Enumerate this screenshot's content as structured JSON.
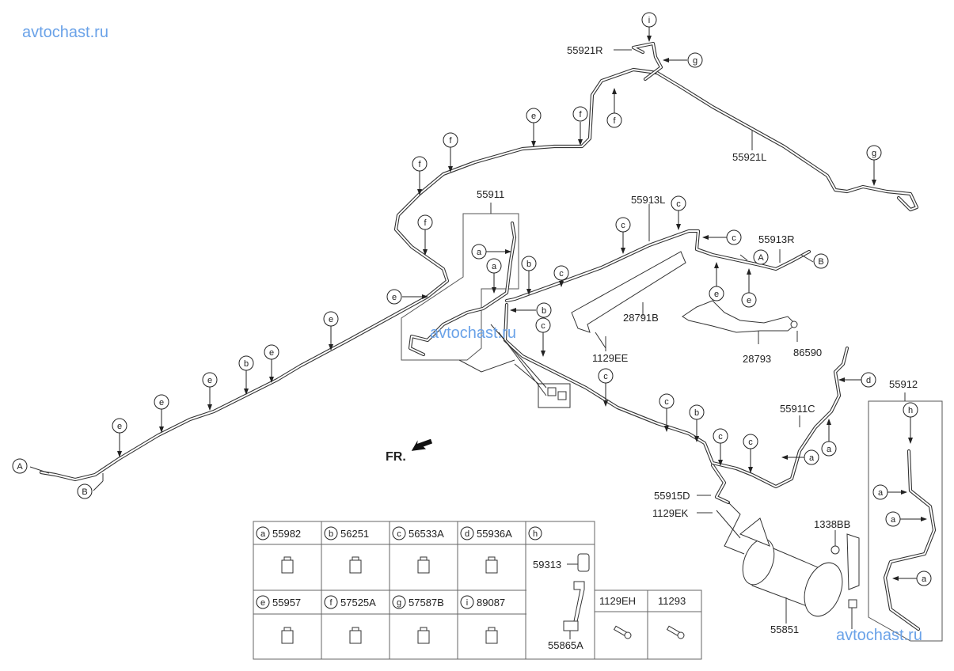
{
  "watermark": {
    "text": "avtochast.ru"
  },
  "direction_label": "FR.",
  "part_labels": {
    "p55921R": "55921R",
    "p55921L": "55921L",
    "p55911": "55911",
    "p55913L": "55913L",
    "p55913R": "55913R",
    "p28791B": "28791B",
    "p28793": "28793",
    "p1129EE": "1129EE",
    "p86590": "86590",
    "p55911C": "55911C",
    "p55912": "55912",
    "p55915D": "55915D",
    "p1129EK": "1129EK",
    "p1338BB": "1338BB",
    "p55851": "55851",
    "p59313": "59313",
    "p55865A": "55865A"
  },
  "connectors": {
    "A": "A",
    "B": "B"
  },
  "clips": [
    "a",
    "b",
    "c",
    "d",
    "e",
    "f",
    "g",
    "h",
    "i"
  ],
  "legend_table": {
    "cells": [
      {
        "letter": "a",
        "part": "55982"
      },
      {
        "letter": "b",
        "part": "56251"
      },
      {
        "letter": "c",
        "part": "56533A"
      },
      {
        "letter": "d",
        "part": "55936A"
      },
      {
        "letter": "h",
        "part": ""
      },
      {
        "letter": "e",
        "part": "55957"
      },
      {
        "letter": "f",
        "part": "57525A"
      },
      {
        "letter": "g",
        "part": "57587B"
      },
      {
        "letter": "i",
        "part": "89087"
      }
    ],
    "extra": [
      {
        "part": "1129EH"
      },
      {
        "part": "11293"
      }
    ]
  }
}
